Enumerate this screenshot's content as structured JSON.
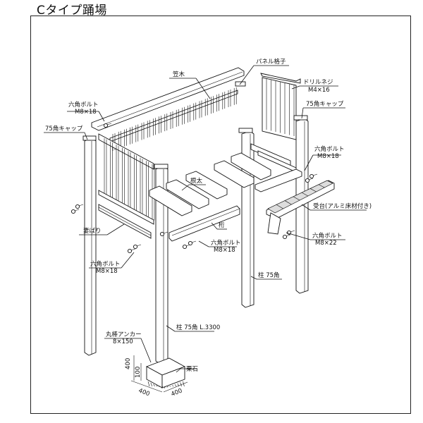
{
  "title": "Cタイプ踊場",
  "labels": {
    "kasagi": "笠木",
    "panel_koshi": "パネル格子",
    "drill_neji": "ドリルネジ",
    "drill_neji_size": "M4×16",
    "cap_right": "75角キャップ",
    "cap_left": "75角キャップ",
    "bolt_tl": "六角ボルト",
    "bolt_tl_size": "M8×18",
    "bolt_r": "六角ボルト",
    "bolt_r_size": "M8×18",
    "nedai": "根太",
    "uketai": "受台(アルミ床材付き)",
    "keta": "桁",
    "bolt_mid": "六角ボルト",
    "bolt_mid_size": "M8×18",
    "bolt_r22": "六角ボルト",
    "bolt_r22_size": "M8×22",
    "tsumabari": "妻ばり",
    "bolt_l": "六角ボルト",
    "bolt_l_size": "M8×18",
    "hashira_right": "柱 75角",
    "anchor": "丸棒アンカー",
    "anchor_size": "8×150",
    "hashira_main": "柱 75角 L.3300",
    "dim_h400": "400",
    "dim_h100": "100",
    "dim_w400a": "400",
    "dim_w400b": "400",
    "guriishi": "栗石"
  }
}
